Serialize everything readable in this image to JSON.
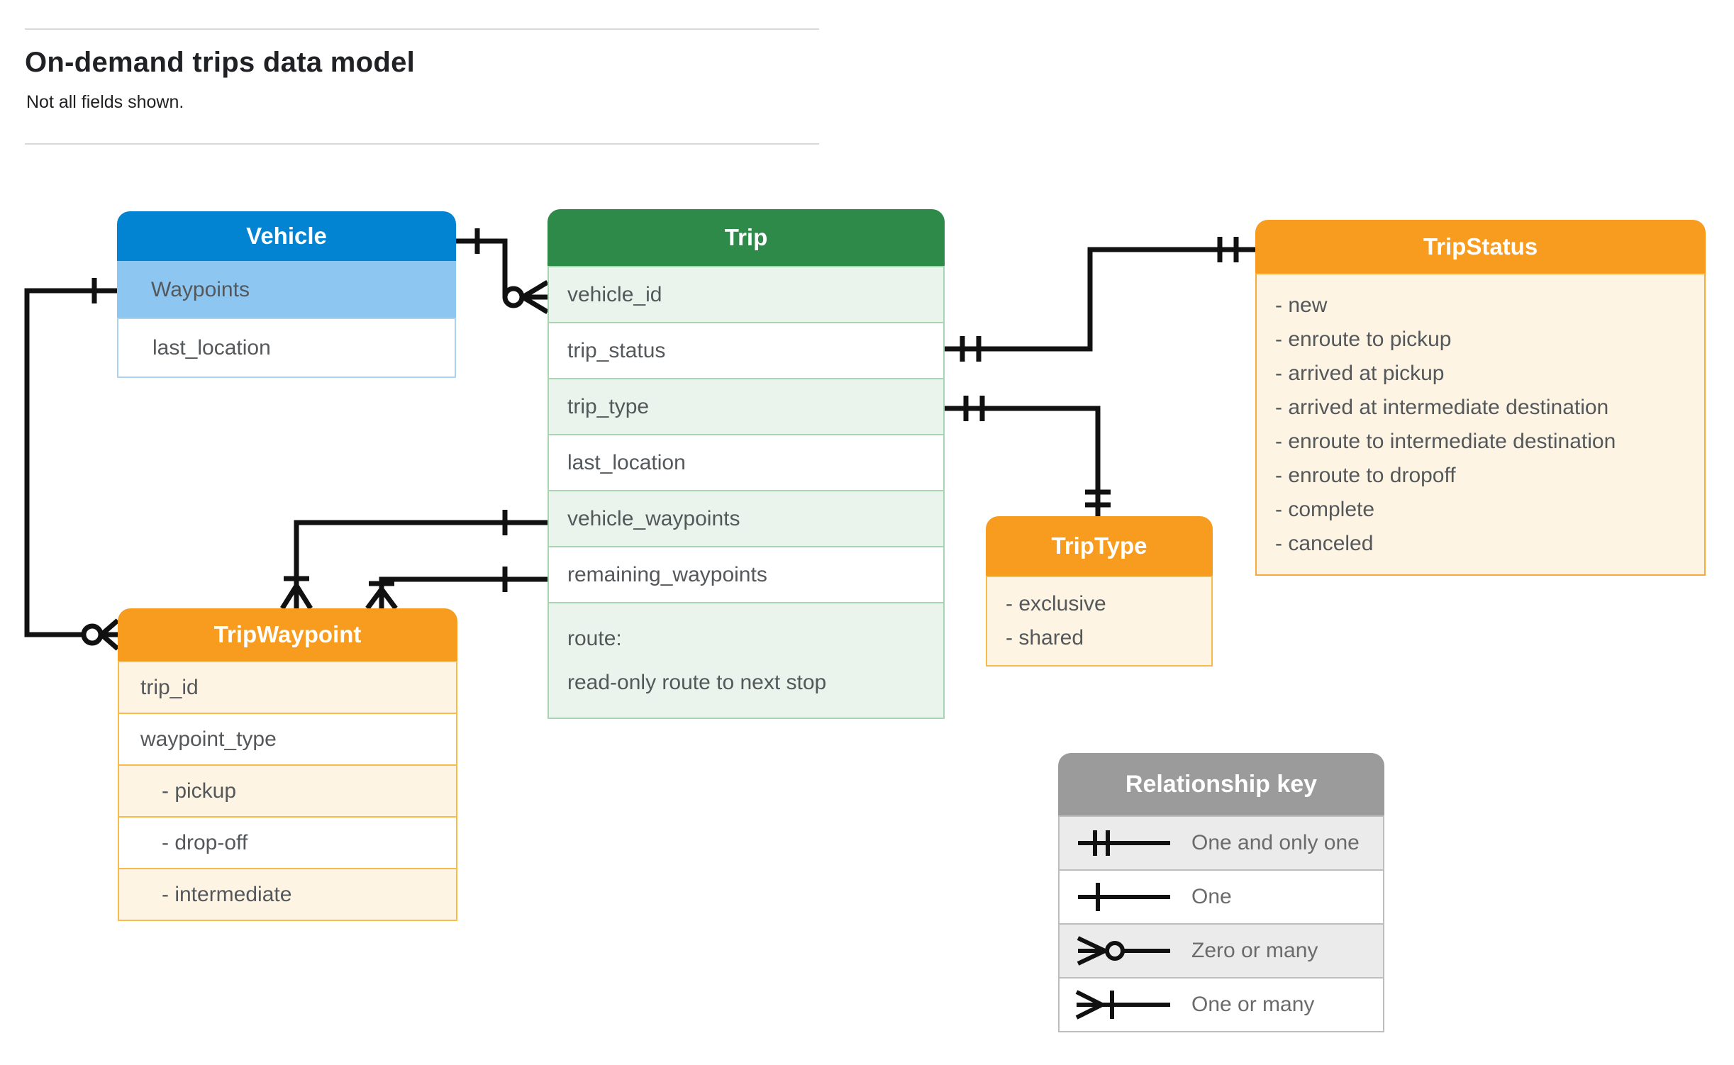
{
  "page": {
    "title": "On-demand trips data model",
    "subtitle": "Not all fields shown."
  },
  "tables": {
    "vehicle": {
      "title": "Vehicle",
      "rows": [
        "Waypoints",
        "last_location"
      ]
    },
    "trip": {
      "title": "Trip",
      "rows": [
        "vehicle_id",
        "trip_status",
        "trip_type",
        "last_location",
        "vehicle_waypoints",
        "remaining_waypoints"
      ],
      "route_lines": [
        "route:",
        "read-only route to next stop"
      ]
    },
    "trip_status": {
      "title": "TripStatus",
      "items": [
        "- new",
        "- enroute to pickup",
        "- arrived at pickup",
        "- arrived at intermediate destination",
        "- enroute to intermediate destination",
        "- enroute to dropoff",
        "- complete",
        "- canceled"
      ]
    },
    "trip_type": {
      "title": "TripType",
      "items": [
        "- exclusive",
        "- shared"
      ]
    },
    "trip_waypoint": {
      "title": "TripWaypoint",
      "rows": [
        "trip_id",
        "waypoint_type",
        "- pickup",
        "- drop-off",
        "- intermediate"
      ]
    }
  },
  "legend": {
    "title": "Relationship key",
    "items": [
      {
        "symbol": "one-and-only-one-icon",
        "label": "One and only one"
      },
      {
        "symbol": "one-icon",
        "label": "One"
      },
      {
        "symbol": "zero-or-many-icon",
        "label": "Zero or many"
      },
      {
        "symbol": "one-or-many-icon",
        "label": "One or many"
      }
    ]
  },
  "connectors": [
    {
      "from": "Vehicle",
      "to": "Trip.vehicle_id",
      "from_cardinality": "one",
      "to_cardinality": "zero-or-many"
    },
    {
      "from": "Vehicle.Waypoints",
      "to": "TripWaypoint",
      "from_cardinality": "one",
      "to_cardinality": "zero-or-many"
    },
    {
      "from": "Trip.trip_status",
      "to": "TripStatus",
      "from_cardinality": "one-and-only-one",
      "to_cardinality": "one-and-only-one"
    },
    {
      "from": "Trip.trip_type",
      "to": "TripType",
      "from_cardinality": "one-and-only-one",
      "to_cardinality": "one-and-only-one"
    },
    {
      "from": "Trip.vehicle_waypoints",
      "to": "TripWaypoint",
      "from_cardinality": "one",
      "to_cardinality": "one-or-many"
    },
    {
      "from": "Trip.remaining_waypoints",
      "to": "TripWaypoint",
      "from_cardinality": "one",
      "to_cardinality": "one-or-many"
    }
  ],
  "colors": {
    "blue_header": "#0284d3",
    "blue_row": "#8dc6f1",
    "blue_border": "#aad3f0",
    "green_header": "#2d8a48",
    "green_row": "#eaf3ec",
    "green_border": "#a8d4b2",
    "orange_header": "#f89c20",
    "orange_row": "#fdf4e4",
    "orange_border": "#f8bb4a",
    "orange_border_thin": "#f6ab3e",
    "gray_header": "#9b9b9b",
    "gray_row": "#ebebeb",
    "gray_border": "#bdbdbd",
    "line": "#111111",
    "text_dark": "#202124",
    "text_field": "#54585b",
    "text_legend": "#6b6b6b",
    "rule": "#d9d9d9"
  }
}
